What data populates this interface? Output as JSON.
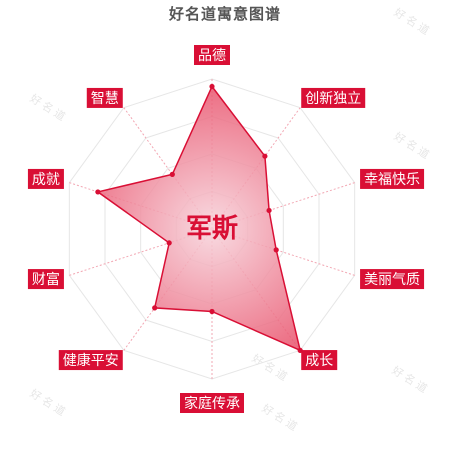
{
  "title": "好名道寓意图谱",
  "watermark": "好名道",
  "name": "军斯",
  "colors": {
    "accent": "#d90f35",
    "fill_inner": "#f7d4dc",
    "fill_outer": "#e9566f",
    "grid": "#e6e6e6",
    "spoke": "#f2a7b3",
    "center_text": "#d90f35",
    "label_bg": "#d90f35",
    "label_text": "#ffffff"
  },
  "chart_data": {
    "type": "radar",
    "title": "好名道寓意图谱",
    "center_label": "军斯",
    "axes": [
      "品德",
      "创新独立",
      "幸福快乐",
      "美丽气质",
      "成长",
      "家庭传承",
      "健康平安",
      "财富",
      "成就",
      "智慧"
    ],
    "values": [
      95,
      60,
      40,
      45,
      100,
      55,
      65,
      30,
      80,
      45
    ],
    "scale": [
      0,
      100
    ],
    "grid_levels": 4
  }
}
